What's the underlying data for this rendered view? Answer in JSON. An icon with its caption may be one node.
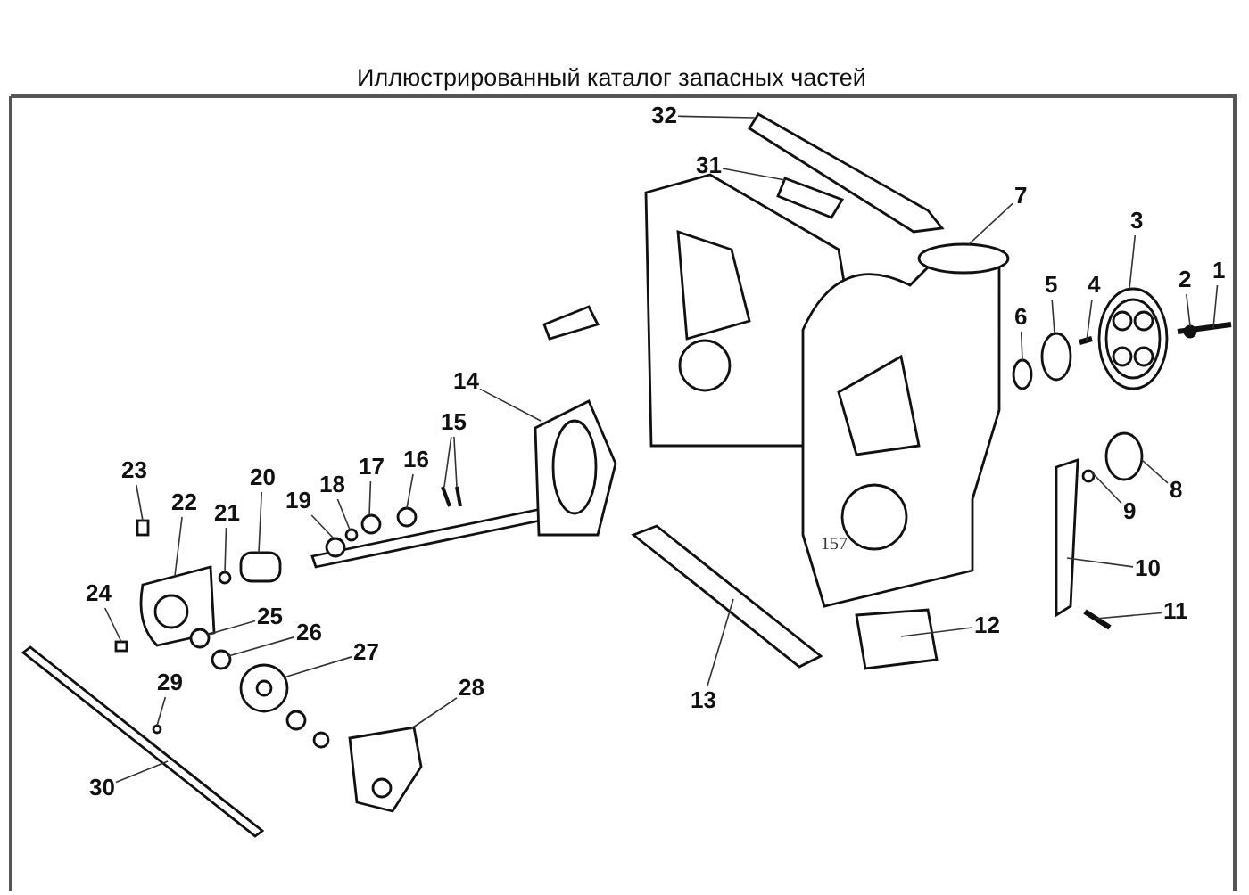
{
  "diagram": {
    "title": "Иллюстрированный каталог запасных частей",
    "nodes": [
      {
        "text": [
          "1"
        ]
      },
      {
        "text": [
          "2"
        ]
      },
      {
        "text": [
          "3"
        ]
      },
      {
        "text": [
          "4"
        ]
      },
      {
        "text": [
          "5"
        ]
      },
      {
        "text": [
          "6"
        ]
      },
      {
        "text": [
          "7"
        ]
      },
      {
        "text": [
          "8"
        ]
      },
      {
        "text": [
          "9"
        ]
      },
      {
        "text": [
          "10"
        ]
      },
      {
        "text": [
          "11"
        ]
      },
      {
        "text": [
          "12"
        ]
      },
      {
        "text": [
          "13"
        ]
      },
      {
        "text": [
          "14"
        ]
      },
      {
        "text": [
          "15"
        ]
      },
      {
        "text": [
          "16"
        ]
      },
      {
        "text": [
          "17"
        ]
      },
      {
        "text": [
          "18"
        ]
      },
      {
        "text": [
          "19"
        ]
      },
      {
        "text": [
          "20"
        ]
      },
      {
        "text": [
          "21"
        ]
      },
      {
        "text": [
          "22"
        ]
      },
      {
        "text": [
          "23"
        ]
      },
      {
        "text": [
          "24"
        ]
      },
      {
        "text": [
          "25"
        ]
      },
      {
        "text": [
          "26"
        ]
      },
      {
        "text": [
          "27"
        ]
      },
      {
        "text": [
          "28"
        ]
      },
      {
        "text": [
          "29"
        ]
      },
      {
        "text": [
          "30"
        ]
      },
      {
        "text": [
          "31"
        ]
      },
      {
        "text": [
          "32"
        ]
      },
      {
        "text": [],
        "shape": "bar"
      },
      {
        "text": [],
        "shape": "circle"
      },
      {
        "text": [],
        "shape": "picture"
      },
      {
        "text": [],
        "shape": "bar"
      },
      {
        "text": [],
        "shape": "circle"
      },
      {
        "text": [],
        "shape": "circle"
      },
      {
        "text": [],
        "shape": "circle"
      },
      {
        "text": [],
        "shape": "circle"
      },
      {
        "text": [],
        "shape": "circle"
      },
      {
        "text": [],
        "shape": "bar"
      },
      {
        "text": [],
        "shape": "bar"
      },
      {
        "text": [],
        "shape": "box"
      },
      {
        "text": [],
        "shape": "bar"
      },
      {
        "text": [],
        "shape": "picture"
      },
      {
        "text": [],
        "shape": "bar"
      },
      {
        "text": [],
        "shape": "bar"
      },
      {
        "text": [],
        "shape": "circle"
      },
      {
        "text": [],
        "shape": "circle"
      },
      {
        "text": [],
        "shape": "circle"
      },
      {
        "text": [],
        "shape": "circle"
      },
      {
        "text": [],
        "shape": "box"
      },
      {
        "text": [],
        "shape": "circle"
      },
      {
        "text": [],
        "shape": "picture"
      },
      {
        "text": [],
        "shape": "box"
      },
      {
        "text": [],
        "shape": "box"
      },
      {
        "text": [],
        "shape": "circle"
      },
      {
        "text": [],
        "shape": "circle"
      },
      {
        "text": [],
        "shape": "picture"
      },
      {
        "text": [],
        "shape": "picture"
      },
      {
        "text": [],
        "shape": "circle"
      },
      {
        "text": [],
        "shape": "bar"
      },
      {
        "text": [],
        "shape": "box"
      },
      {
        "text": [],
        "shape": "bar"
      }
    ],
    "edges": [
      {
        "from": 0,
        "to": 32,
        "arrow": "none"
      },
      {
        "from": 1,
        "to": 33,
        "arrow": "none"
      },
      {
        "from": 2,
        "to": 34,
        "arrow": "none"
      },
      {
        "from": 3,
        "to": 35,
        "arrow": "none"
      },
      {
        "from": 4,
        "to": 36,
        "arrow": "none"
      },
      {
        "from": 5,
        "to": 37,
        "arrow": "none"
      },
      {
        "from": 6,
        "to": 38,
        "arrow": "none"
      },
      {
        "from": 7,
        "to": 39,
        "arrow": "none"
      },
      {
        "from": 8,
        "to": 40,
        "arrow": "none"
      },
      {
        "from": 9,
        "to": 41,
        "arrow": "none"
      },
      {
        "from": 10,
        "to": 42,
        "arrow": "none"
      },
      {
        "from": 11,
        "to": 43,
        "arrow": "none"
      },
      {
        "from": 12,
        "to": 44,
        "arrow": "none"
      },
      {
        "from": 13,
        "to": 45,
        "arrow": "none"
      },
      {
        "from": 14,
        "to": 46,
        "arrow": "none"
      },
      {
        "from": 14,
        "to": 47,
        "arrow": "none"
      },
      {
        "from": 15,
        "to": 48,
        "arrow": "none"
      },
      {
        "from": 16,
        "to": 49,
        "arrow": "none"
      },
      {
        "from": 17,
        "to": 50,
        "arrow": "none"
      },
      {
        "from": 18,
        "to": 51,
        "arrow": "none"
      },
      {
        "from": 19,
        "to": 52,
        "arrow": "none"
      },
      {
        "from": 20,
        "to": 53,
        "arrow": "none"
      },
      {
        "from": 21,
        "to": 54,
        "arrow": "none"
      },
      {
        "from": 22,
        "to": 55,
        "arrow": "none"
      },
      {
        "from": 23,
        "to": 56,
        "arrow": "none"
      },
      {
        "from": 24,
        "to": 57,
        "arrow": "none"
      },
      {
        "from": 25,
        "to": 58,
        "arrow": "none"
      },
      {
        "from": 26,
        "to": 59,
        "arrow": "none"
      },
      {
        "from": 27,
        "to": 60,
        "arrow": "none"
      },
      {
        "from": 28,
        "to": 61,
        "arrow": "none"
      },
      {
        "from": 29,
        "to": 62,
        "arrow": "none"
      },
      {
        "from": 30,
        "to": 63,
        "arrow": "none"
      },
      {
        "from": 31,
        "to": 64,
        "arrow": "none"
      }
    ],
    "labels": [
      "157"
    ]
  }
}
